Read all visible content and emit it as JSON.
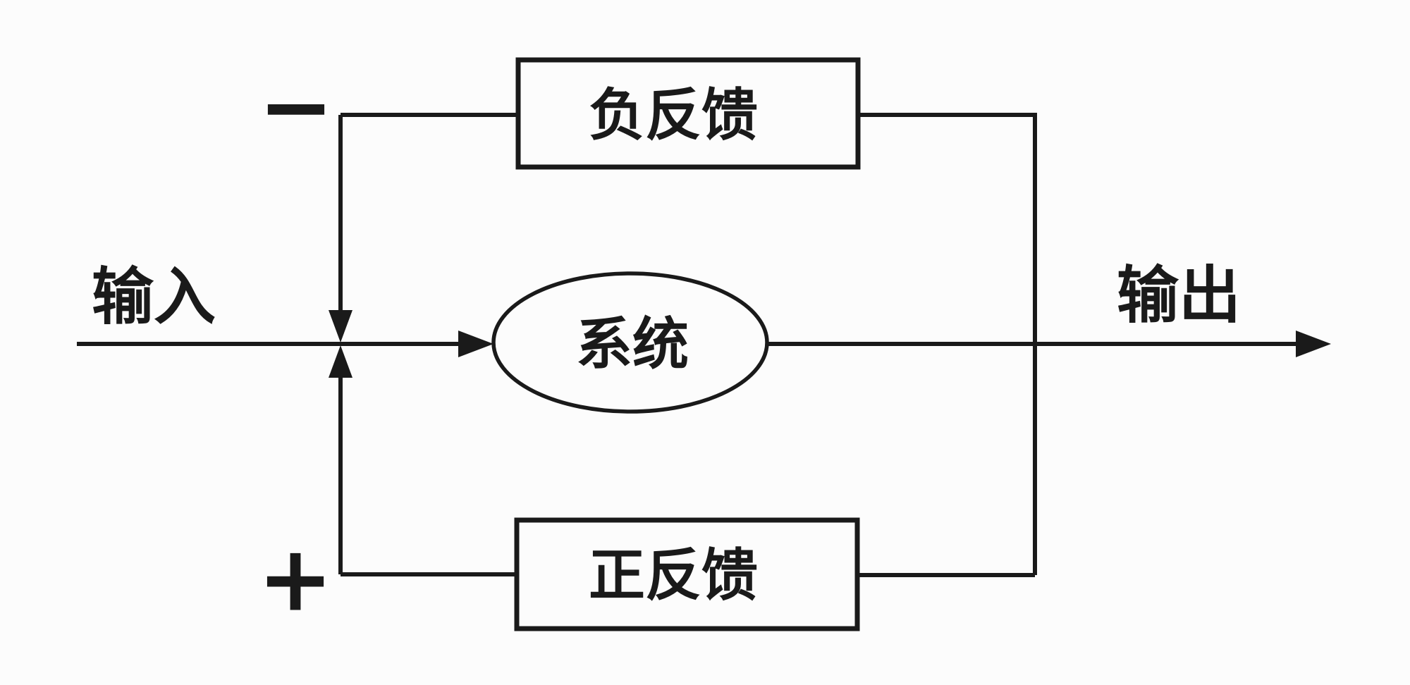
{
  "diagram": {
    "type": "feedback-system-block-diagram",
    "labels": {
      "input": "输入",
      "output": "输出",
      "system": "系统",
      "negative_feedback": "负反馈",
      "positive_feedback": "正反馈",
      "minus_sign": "−",
      "plus_sign": "+"
    },
    "structure": {
      "flow": [
        "输入",
        "系统",
        "输出"
      ],
      "feedback_loops": [
        {
          "label": "负反馈",
          "sign": "−",
          "position": "top",
          "feeds_back_to": "输入"
        },
        {
          "label": "正反馈",
          "sign": "+",
          "position": "bottom",
          "feeds_back_to": "输入"
        }
      ]
    },
    "colors": {
      "ink": "#1a1a1a",
      "background": "#fcfcfc"
    }
  }
}
